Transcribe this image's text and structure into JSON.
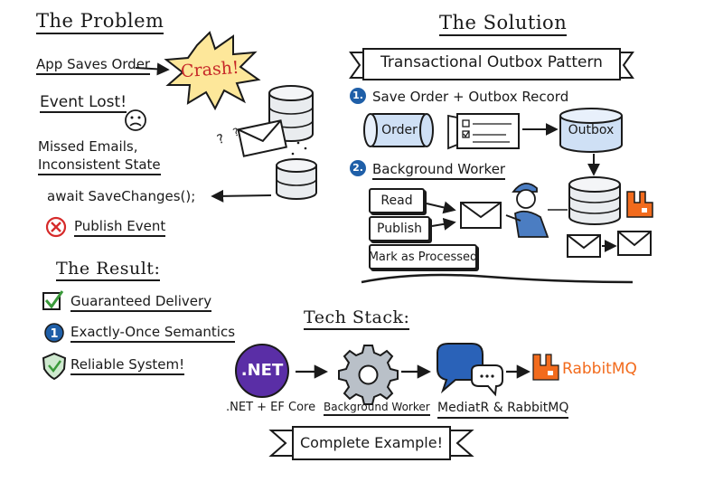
{
  "problem": {
    "title": "The Problem",
    "app_saves_order": "App Saves Order",
    "crash": "Crash!",
    "event_lost": "Event Lost!",
    "missed_line1": "Missed Emails,",
    "missed_line2": "Inconsistent State",
    "await_code": "await SaveChanges();",
    "publish_event": "Publish Event"
  },
  "result": {
    "title": "The Result:",
    "items": [
      "Guaranteed Delivery",
      "Exactly-Once Semantics",
      "Reliable System!"
    ]
  },
  "solution": {
    "title": "The Solution",
    "banner": "Transactional Outbox Pattern",
    "step1_num": "1.",
    "step1": "Save Order + Outbox Record",
    "order_db": "Order",
    "outbox_db": "Outbox",
    "step2_num": "2.",
    "step2": "Background Worker",
    "read": "Read",
    "publish": "Publish",
    "mark": "Mark as Processed"
  },
  "tech": {
    "title": "Tech Stack:",
    "net_logo": ".NET",
    "net_label": ".NET + EF Core",
    "worker_label": "Background Worker",
    "mediatr_label": "MediatR & RabbitMQ",
    "rabbit_name": "RabbitMQ",
    "complete": "Complete Example!"
  },
  "colors": {
    "accent_blue": "#1f5fa8",
    "crash_yellow": "#fde79a",
    "net_purple": "#5a2ea6",
    "rabbit_orange": "#f26b1d",
    "check_green": "#3a9a3a",
    "error_red": "#d62b2b"
  }
}
